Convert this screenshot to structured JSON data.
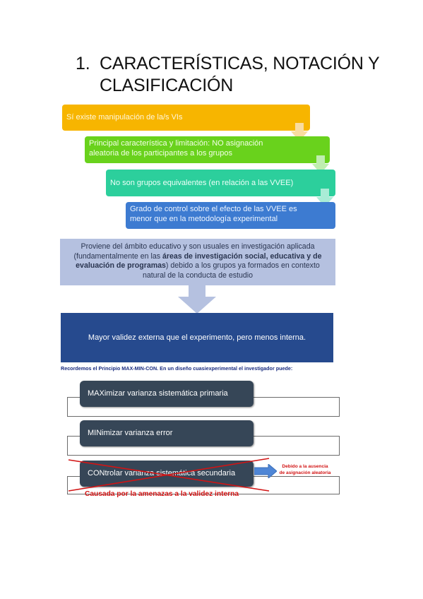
{
  "heading": {
    "number": "1.",
    "line1": "CARACTERÍSTICAS, NOTACIÓN Y",
    "line2": "CLASIFICACIÓN"
  },
  "cascade": {
    "step1": "Sí existe manipulación de la/s VIs",
    "step2_line1": "Principal característica y limitación: NO asignación",
    "step2_line2": "aleatoria de los participantes a los grupos",
    "step3": "No son grupos equivalentes (en relación a las VVEE)",
    "step4_line1": "Grado de control sobre el efecto de las VVEE es",
    "step4_line2": "menor que en la metodología experimental"
  },
  "context_box": {
    "part1": "Proviene del ámbito educativo y son usuales en investigación aplicada (fundamentalmente en las ",
    "bold": "áreas de investigación social, educativa y de evaluación de programas",
    "part2": ") debido a los grupos ya formados en contexto natural de la conducta de estudio"
  },
  "conclusion": "Mayor validez externa que el experimento, pero menos interna.",
  "maxmincon": {
    "note": "Recordemos el Principio MAX-MIN-CON. En un diseño cuasiexperimental el investigador puede:",
    "max": "MAXimizar varianza sistemática primaria",
    "min": "MINimizar varianza error",
    "con": "CONtrolar varianza sistemática secundaria",
    "reason_line1": "Debido a la ausencia",
    "reason_line2": "de asignación aleatoria",
    "caused_by": "Causada por la amenazas a la validez interna"
  },
  "colors": {
    "step1": "#f7b500",
    "step2": "#69d21c",
    "step3": "#2ccf9c",
    "step4": "#3d7bd1",
    "context": "#b5c1e0",
    "conclusion": "#264a8e",
    "pill": "#364657",
    "cross": "#d21414"
  }
}
